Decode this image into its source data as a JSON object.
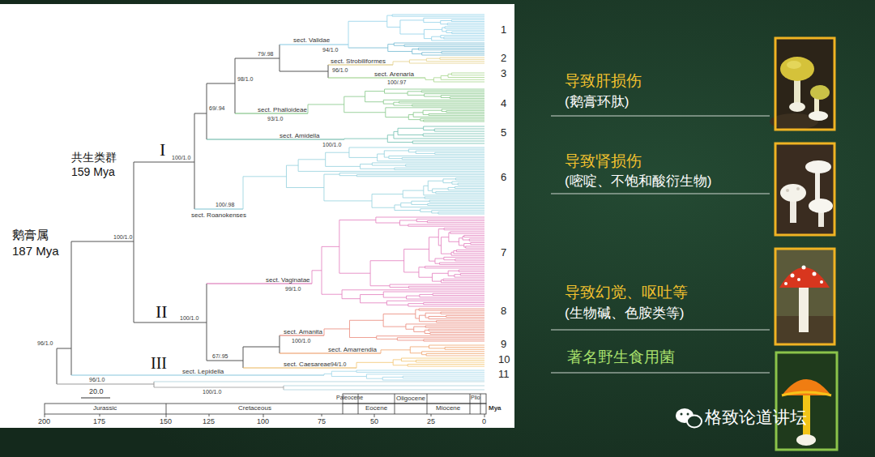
{
  "diagram": {
    "labels": [
      "sect. Validae",
      "79/.98",
      "94/1.0",
      "sect. Strobiliformes",
      "96/1.0",
      "sect. Arenaria",
      "100/.97",
      "98/1.0",
      "69/.94",
      "sect. Phalloideae",
      "93/1.0",
      "sect. Amidella",
      "100/1.0",
      "100/1.0",
      "共生类群",
      "159 Mya",
      "I",
      "100/.98",
      "sect. Roanokenses",
      "鹅膏属",
      "187 Mya",
      "100/1.0",
      "96/1.0",
      "sect. Vaginatae",
      "99/1.0",
      "II",
      "100/1.0",
      "67/.95",
      "sect. Amanita",
      "100/1.0",
      "sect. Amarrendia",
      "III",
      "sect. Caesareae",
      "94/1.0",
      "sect. Lepidella",
      "96/1.0",
      "100/1.0",
      "20.0",
      "1",
      "2",
      "3",
      "4",
      "5",
      "6",
      "7",
      "8",
      "9",
      "10",
      "11",
      "Jurassic",
      "Cretaceous",
      "Paleocene",
      "Eocene",
      "Oligocene",
      "Miocene",
      "Plio",
      "Mya",
      "200",
      "175",
      "150",
      "125",
      "100",
      "75",
      "50",
      "25",
      "0",
      "导致肝损伤",
      "(鹅膏环肽)",
      "导致肾损伤",
      "(嘧啶、不饱和酸衍生物)",
      "导致幻觉、呕吐等",
      "(生物碱、色胺类等)",
      "著名野生食用菌",
      "格致论道讲坛"
    ]
  }
}
